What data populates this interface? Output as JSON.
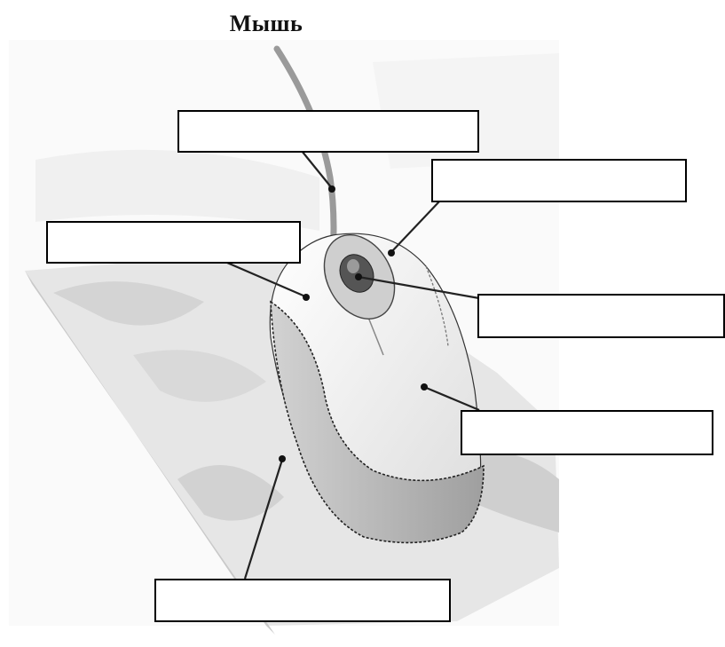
{
  "title": "Мышь",
  "illustration": {
    "subject": "computer-mouse-on-mousepad",
    "colors": {
      "line": "#222222",
      "pad": "#e4e4e4",
      "pad_shade": "#cfcfcf",
      "mouse_body": "#f4f4f4",
      "mouse_grip": "#bdbdbd",
      "cable": "#a8a8a8"
    }
  },
  "labels": [
    {
      "id": "cable",
      "text": ""
    },
    {
      "id": "right-button",
      "text": ""
    },
    {
      "id": "left-button",
      "text": ""
    },
    {
      "id": "scroll-wheel",
      "text": ""
    },
    {
      "id": "body",
      "text": ""
    },
    {
      "id": "mouse-pad",
      "text": ""
    }
  ]
}
